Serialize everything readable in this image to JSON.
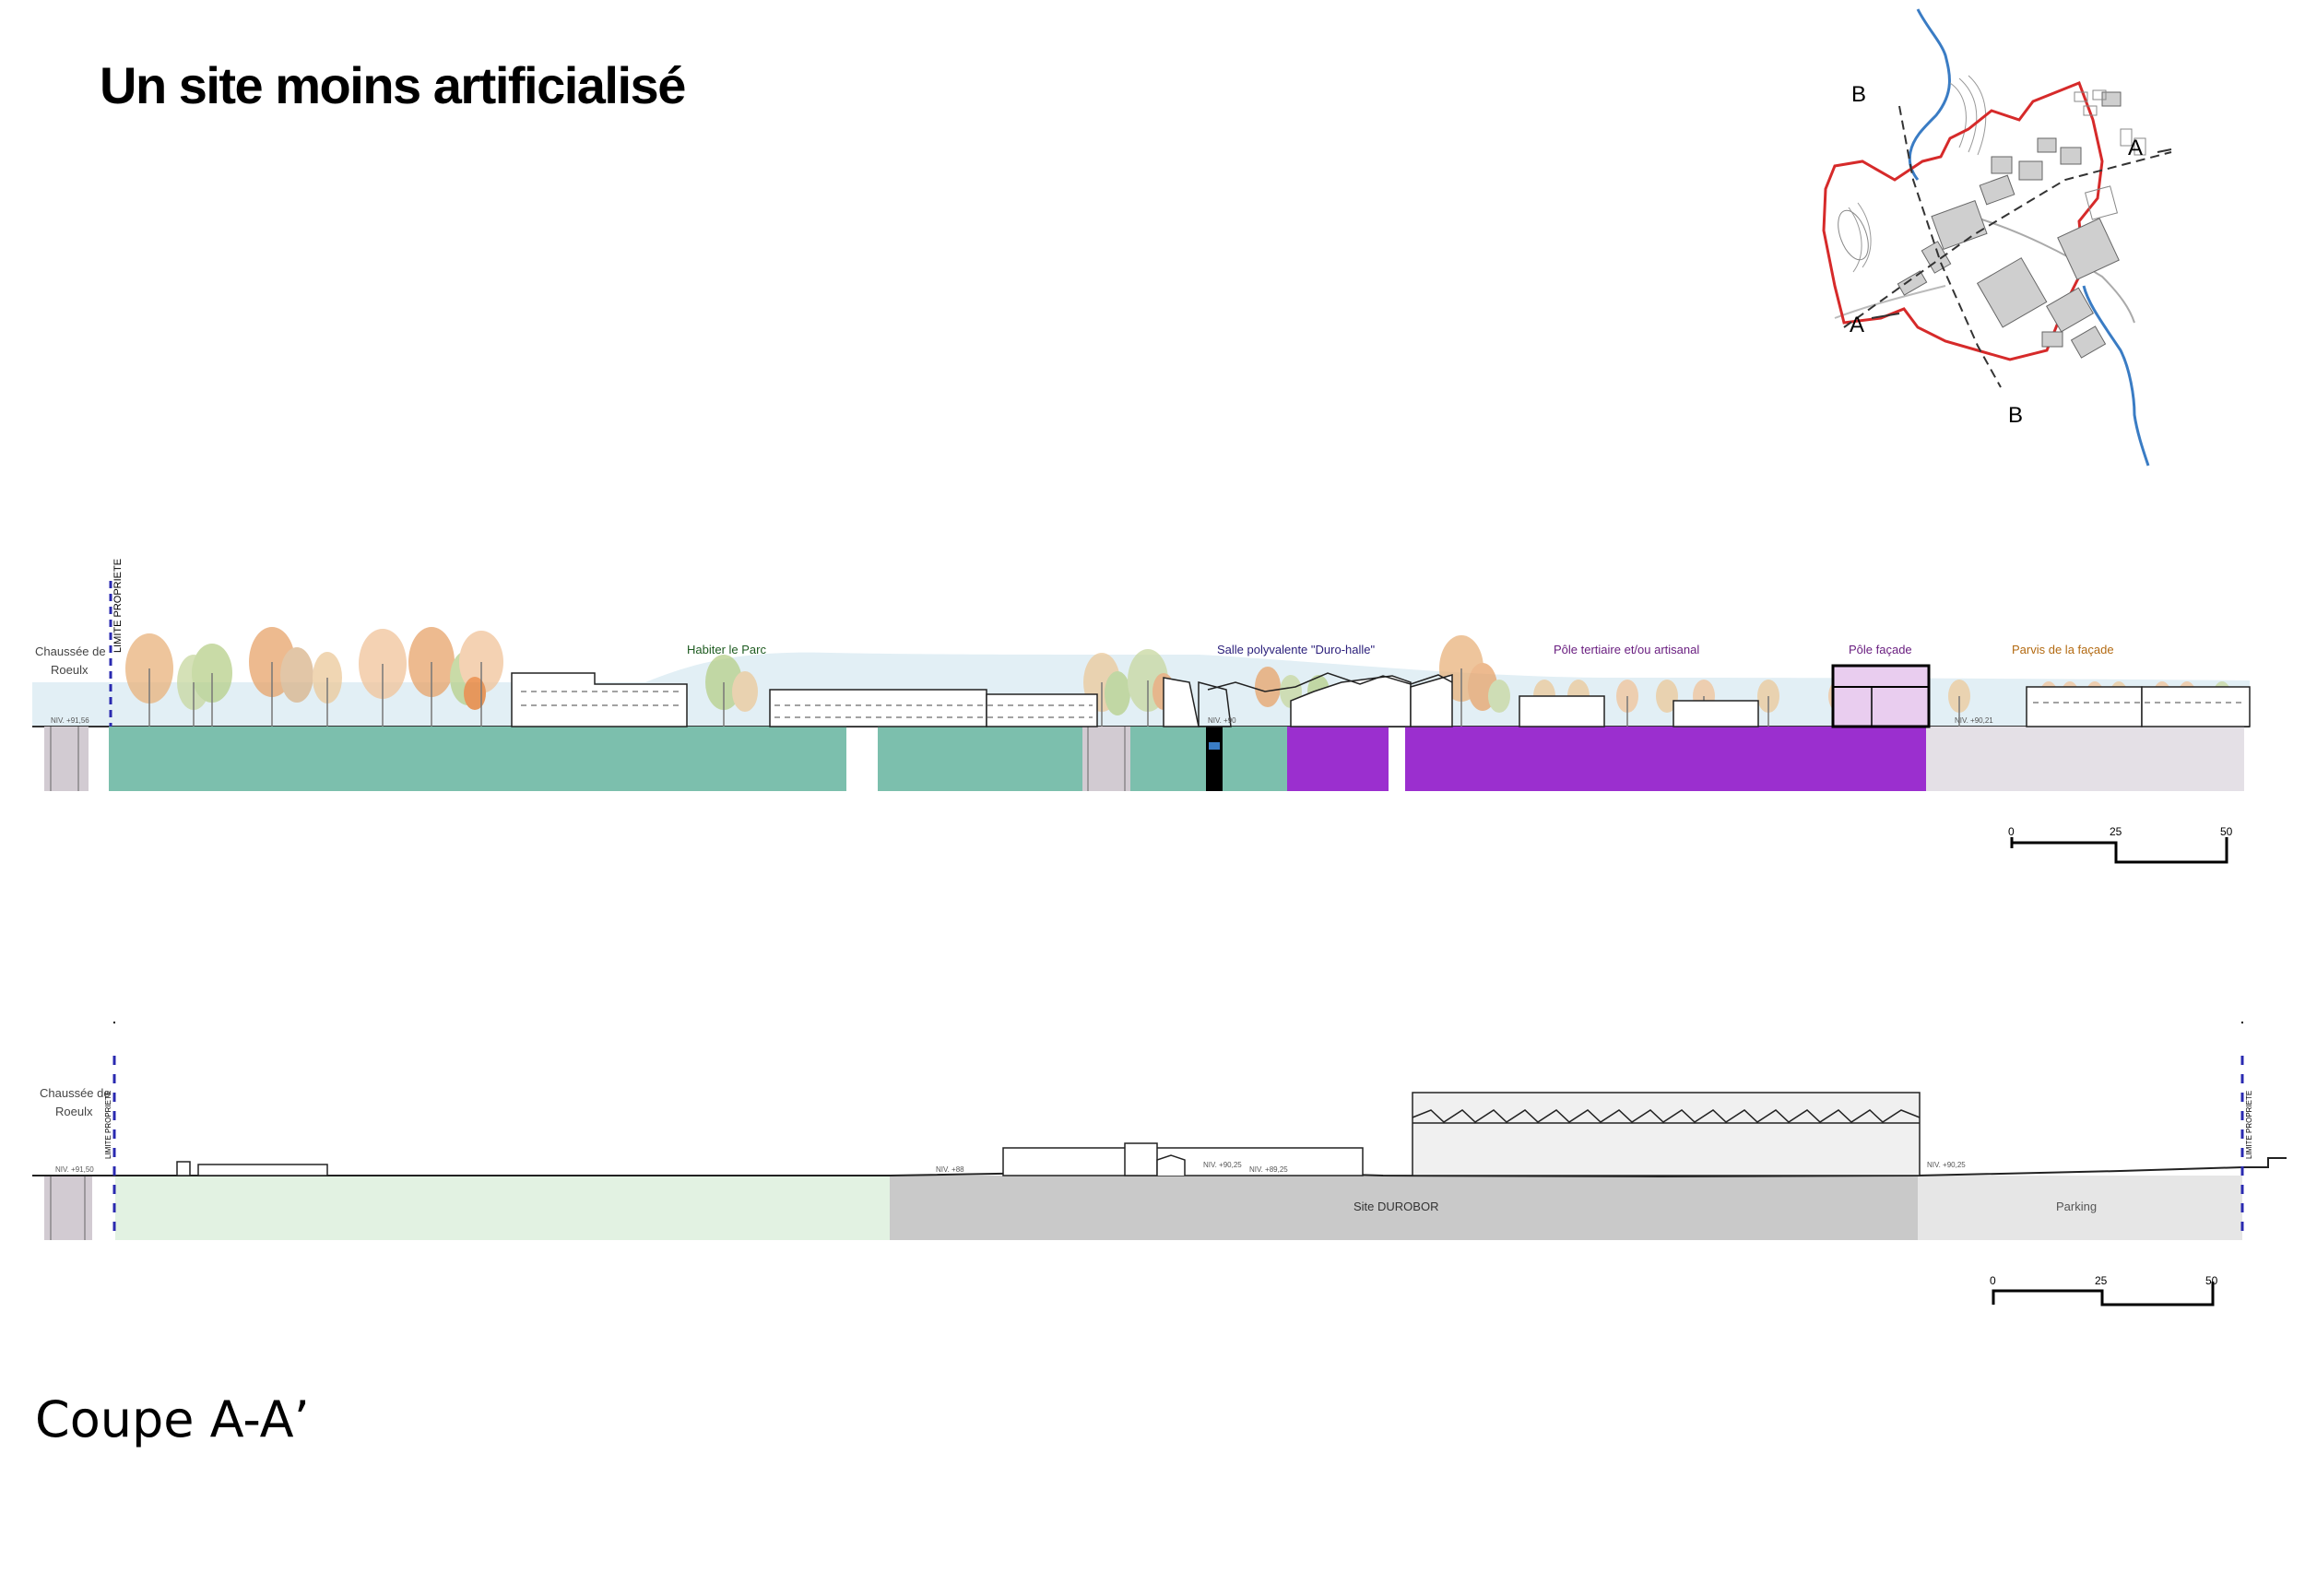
{
  "title": "Un site moins artificialisé",
  "caption": "Coupe A-A’",
  "keymap": {
    "markers": {
      "a_start": "A",
      "a_end": "A",
      "b_start": "B",
      "b_end": "B"
    }
  },
  "sectionA": {
    "labels": {
      "road": "Chaussée de\nRoeulx",
      "property_limit": "LIMITE PROPRIETE",
      "habiter": "Habiter le Parc",
      "salle": "Salle polyvalente \"Duro-halle\"",
      "pole_tertiaire": "Pôle tertiaire et/ou artisanal",
      "pole_facade": "Pôle façade",
      "parvis": "Parvis de la façade",
      "niv_left": "NIV. +91,56",
      "niv_mid": "NIV. +90",
      "niv_right": "NIV. +90,21"
    },
    "colors": {
      "park": "#7cbfad",
      "tertiary": "#9b2fcf",
      "parvis": "#e4e0e6",
      "road": "#d2cbd2",
      "facade": "#e9cdef",
      "sky": "#e2eff5"
    },
    "label_colors": {
      "habiter": "#1e5b20",
      "salle": "#2a1e7a",
      "pole_tertiaire": "#6a1f80",
      "pole_facade": "#6a1f80",
      "parvis": "#b36a12"
    }
  },
  "sectionB": {
    "labels": {
      "road": "Chaussée de\nRoeulx",
      "property_limit_left": "LIMITE PROPRIETE",
      "property_limit_right": "LIMITE PROPRIETE",
      "site": "Site DUROBOR",
      "parking": "Parking",
      "niv_left": "NIV. +91,50",
      "niv_mid1": "NIV. +88",
      "niv_mid2": "NIV. +90,25",
      "niv_mid3": "NIV. +89,25",
      "niv_right": "NIV. +90,25"
    },
    "colors": {
      "greenspace": "#e2f2e2",
      "site": "#c9c9c9",
      "parking": "#e6e6e6",
      "road": "#d2cbd2",
      "building": "#f0f0f0"
    }
  },
  "scale": {
    "ticks": [
      "0",
      "25",
      "50"
    ]
  }
}
